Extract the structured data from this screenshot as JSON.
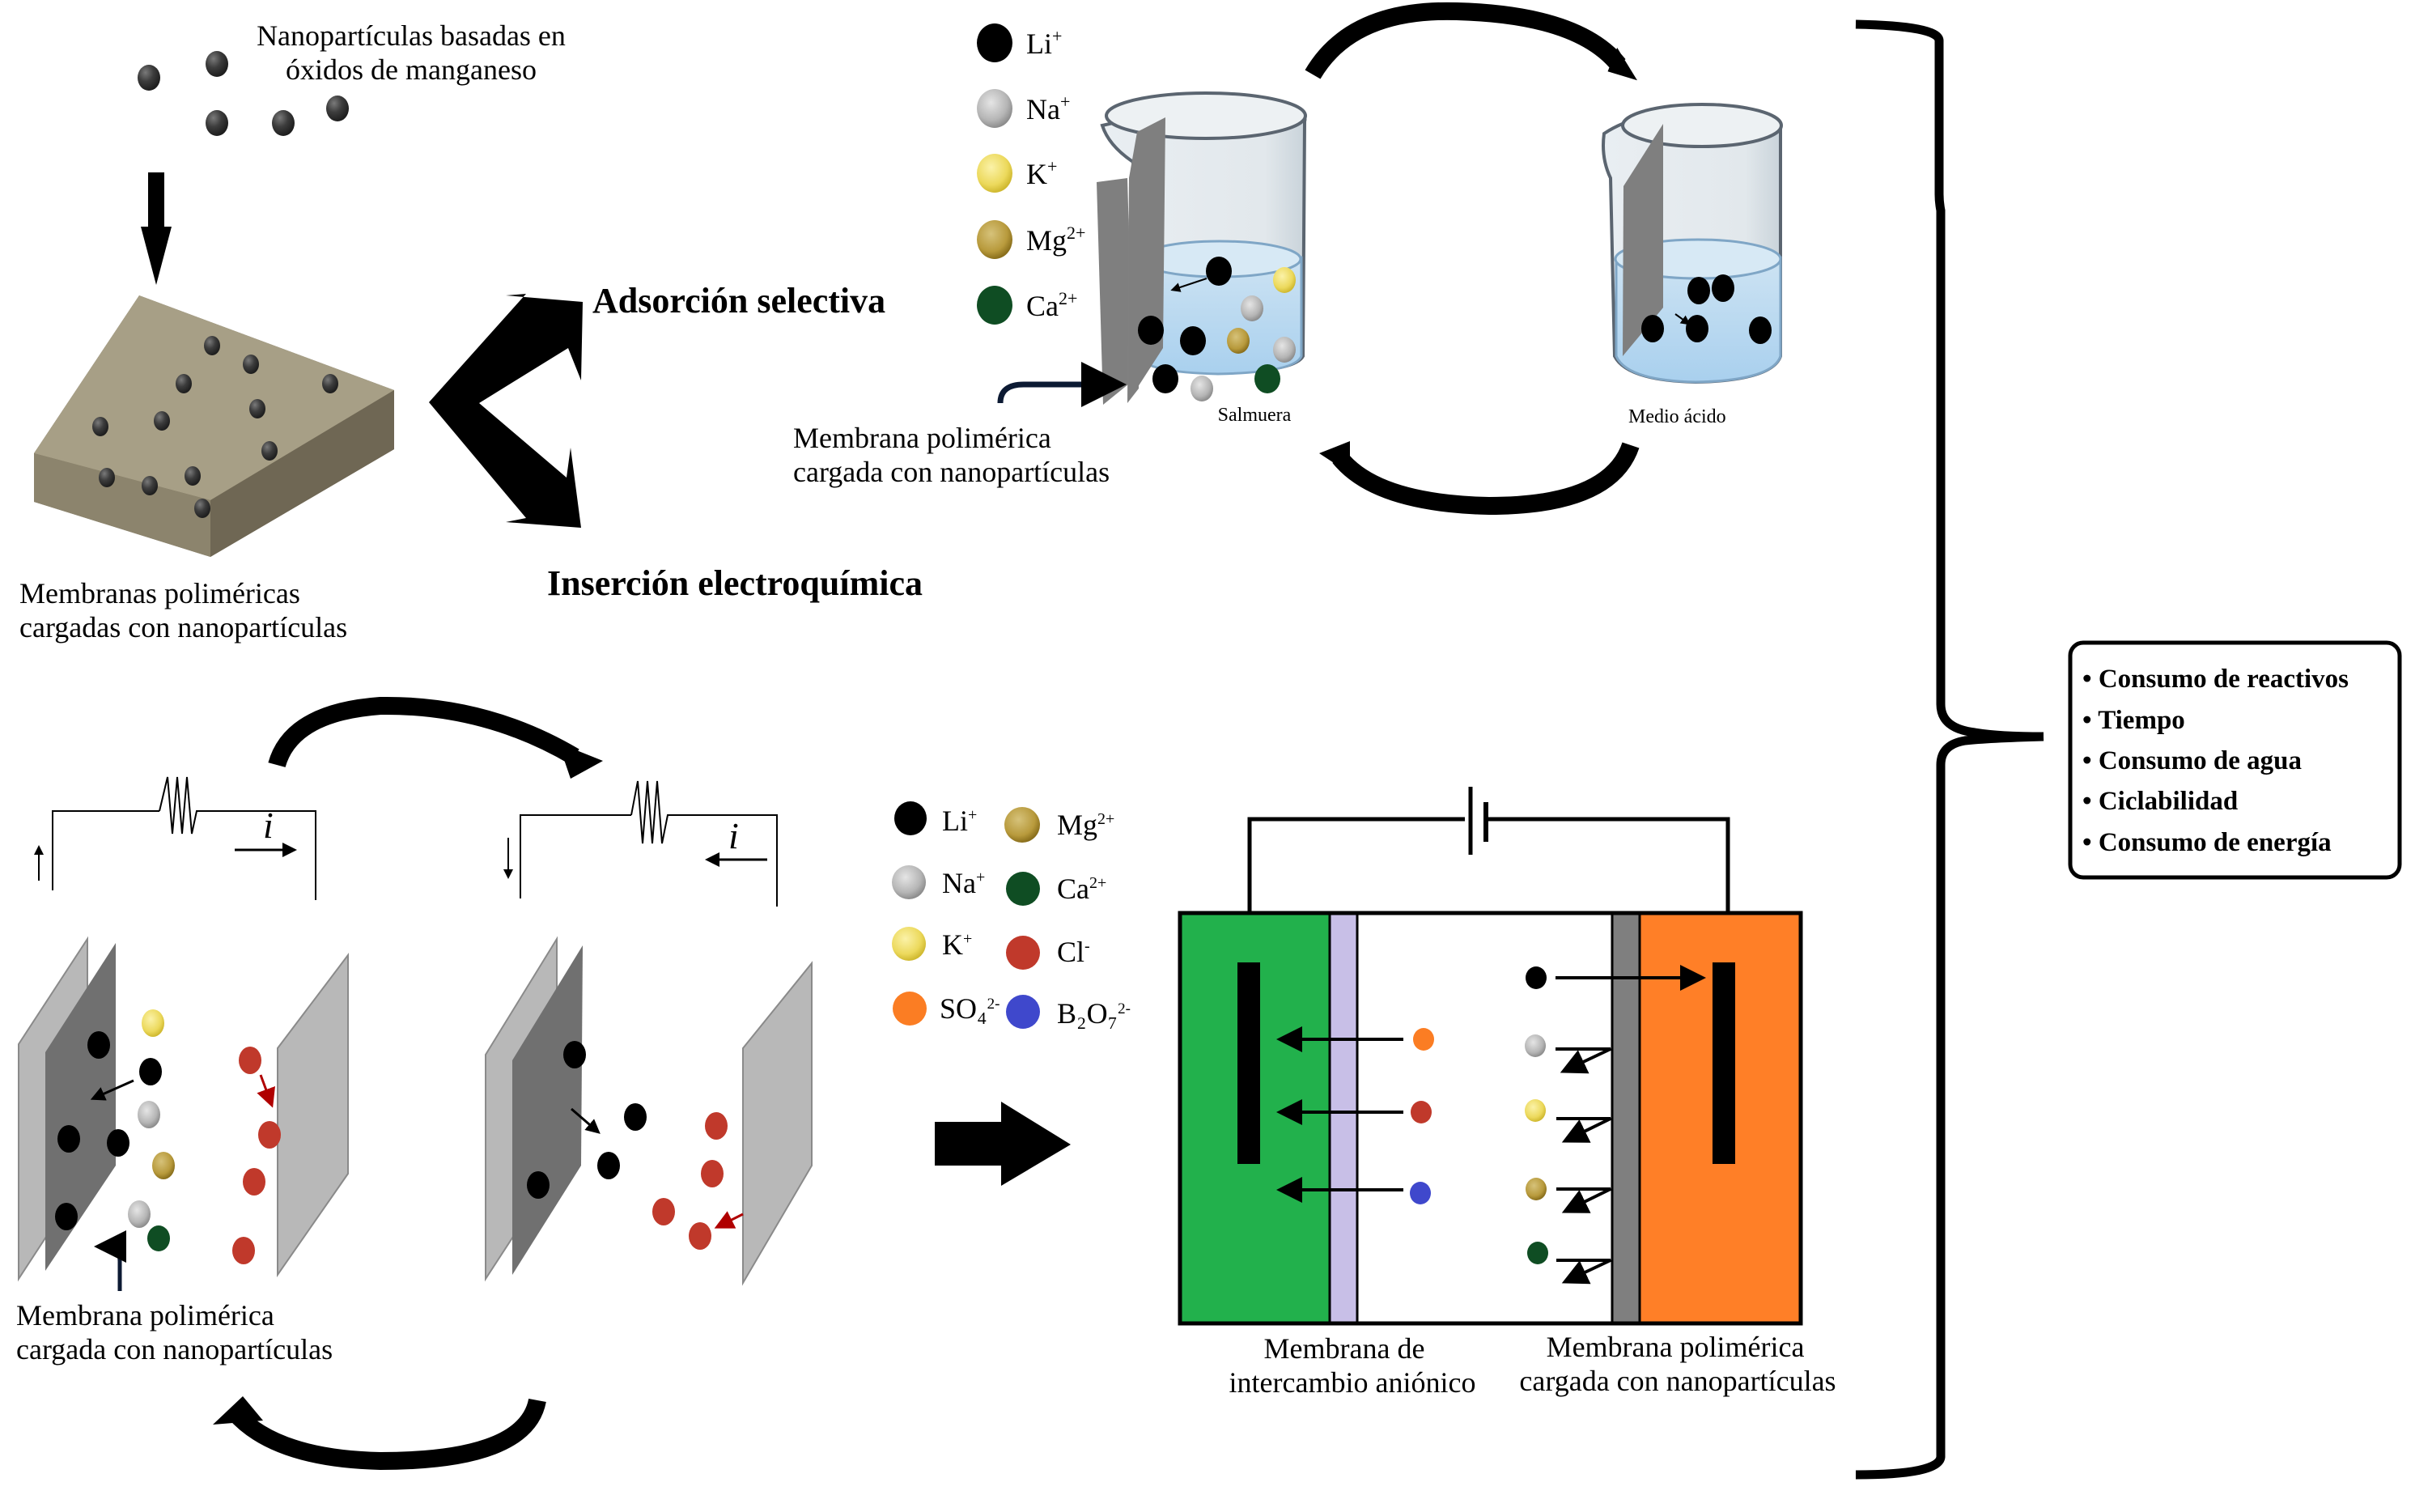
{
  "top_left": {
    "nanoparticles_label_line1": "Nanopartículas basadas en",
    "nanoparticles_label_line2": "óxidos de manganeso",
    "membrane_label_line1": "Membranas poliméricas",
    "membrane_label_line2": "cargadas con nanopartículas"
  },
  "branches": {
    "adsorption": "Adsorción selectiva",
    "insertion": "Inserción electroquímica"
  },
  "adsorption_panel": {
    "legend": [
      {
        "ion": "Li",
        "charge": "+",
        "color": "#000000"
      },
      {
        "ion": "Na",
        "charge": "+",
        "color": "#b9b9b9"
      },
      {
        "ion": "K",
        "charge": "+",
        "color": "#f0dc6a"
      },
      {
        "ion": "Mg",
        "charge": "2+",
        "color": "#b89a3c"
      },
      {
        "ion": "Ca",
        "charge": "2+",
        "color": "#0f4d23"
      }
    ],
    "beaker1_label": "Salmuera",
    "beaker2_label": "Medio ácido",
    "membrane_label_line1": "Membrana polimérica",
    "membrane_label_line2": "cargada con nanopartículas"
  },
  "insertion_panel": {
    "current_symbol": "i",
    "membrane_label_line1": "Membrana polimérica",
    "membrane_label_line2": "cargada con nanopartículas",
    "legend": [
      {
        "ion": "Li",
        "charge": "+",
        "color": "#000000"
      },
      {
        "ion": "Mg",
        "charge": "2+",
        "color": "#b89a3c"
      },
      {
        "ion": "Na",
        "charge": "+",
        "color": "#b9b9b9"
      },
      {
        "ion": "Ca",
        "charge": "2+",
        "color": "#0f4d23"
      },
      {
        "ion": "K",
        "charge": "+",
        "color": "#f0dc6a"
      },
      {
        "ion": "Cl",
        "charge": "-",
        "color": "#c0392b"
      },
      {
        "ion": "SO4",
        "charge": "2-",
        "color": "#fb7d23"
      },
      {
        "ion": "B2O7",
        "charge": "2-",
        "color": "#3f48cc"
      }
    ],
    "cell_label_left_line1": "Membrana de",
    "cell_label_left_line2": "intercambio aniónico",
    "cell_label_right_line1": "Membrana polimérica",
    "cell_label_right_line2": "cargada con nanopartículas",
    "colors": {
      "anode_chamber": "#22b14c",
      "anion_membrane": "#c8bfe7",
      "np_membrane": "#7f7f7f",
      "cathode_chamber": "#ff7f27"
    }
  },
  "criteria_box": {
    "items": [
      "Consumo de reactivos",
      "Tiempo",
      "Consumo de agua",
      "Ciclabilidad",
      "Consumo de energía"
    ]
  }
}
